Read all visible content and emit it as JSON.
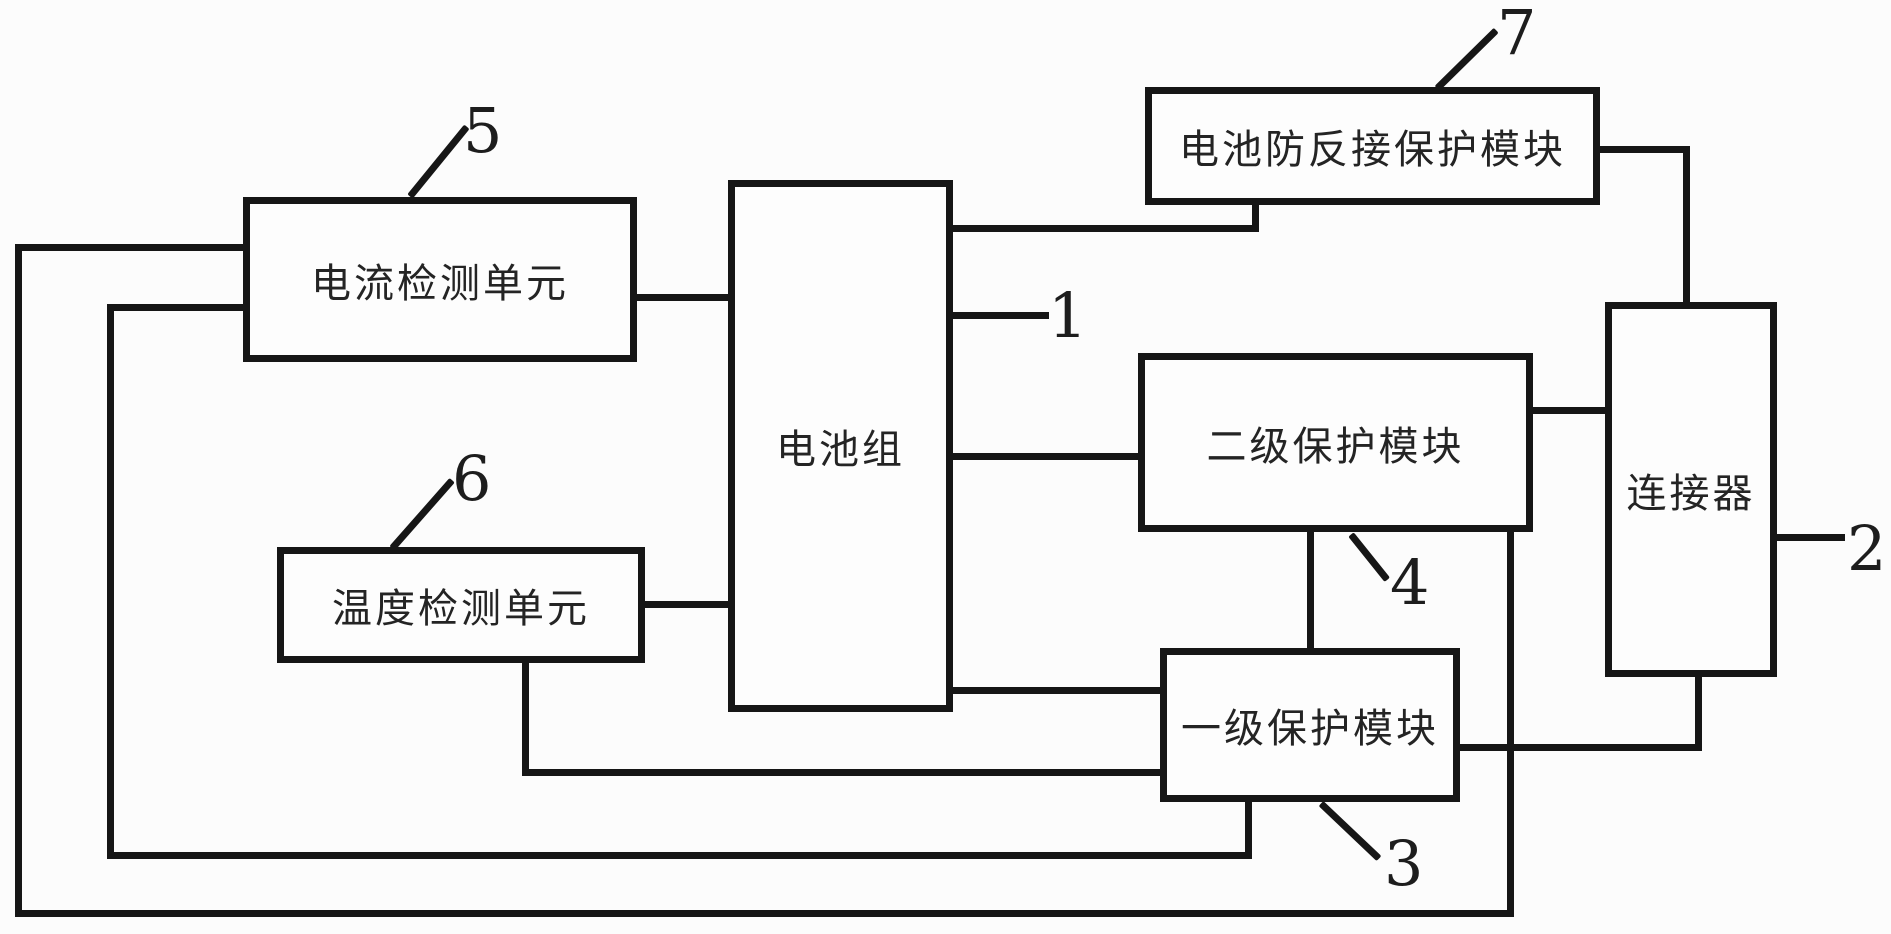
{
  "diagram": {
    "type": "block-diagram",
    "figure_subject": "battery pack protection circuit",
    "blocks": [
      {
        "id": "battery-pack",
        "label": "电池组",
        "ref": "1"
      },
      {
        "id": "connector",
        "label": "连接器",
        "ref": "2"
      },
      {
        "id": "primary-protection-module",
        "label": "一级保护模块",
        "ref": "3"
      },
      {
        "id": "secondary-protection-module",
        "label": "二级保护模块",
        "ref": "4"
      },
      {
        "id": "current-detection-unit",
        "label": "电流检测单元",
        "ref": "5"
      },
      {
        "id": "temperature-detection-unit",
        "label": "温度检测单元",
        "ref": "6"
      },
      {
        "id": "battery-reverse-connection-protection-module",
        "label": "电池防反接保护模块",
        "ref": "7"
      }
    ],
    "connections": [
      "电流检测单元 - 电池组",
      "温度检测单元 - 电池组",
      "电池组 - 电池防反接保护模块",
      "电池组 - 二级保护模块",
      "电池组 - 一级保护模块",
      "电池防反接保护模块 - 连接器",
      "二级保护模块 - 连接器",
      "二级保护模块 - 一级保护模块",
      "二级保护模块 - 电流检测单元 (outer loop)",
      "一级保护模块 - 连接器",
      "一级保护模块 - 电流检测单元 (inner loop)",
      "温度检测单元 - 一级保护模块"
    ],
    "colors": {
      "line": "#161616",
      "background": "#fcfcfc",
      "text": "#242424"
    }
  }
}
